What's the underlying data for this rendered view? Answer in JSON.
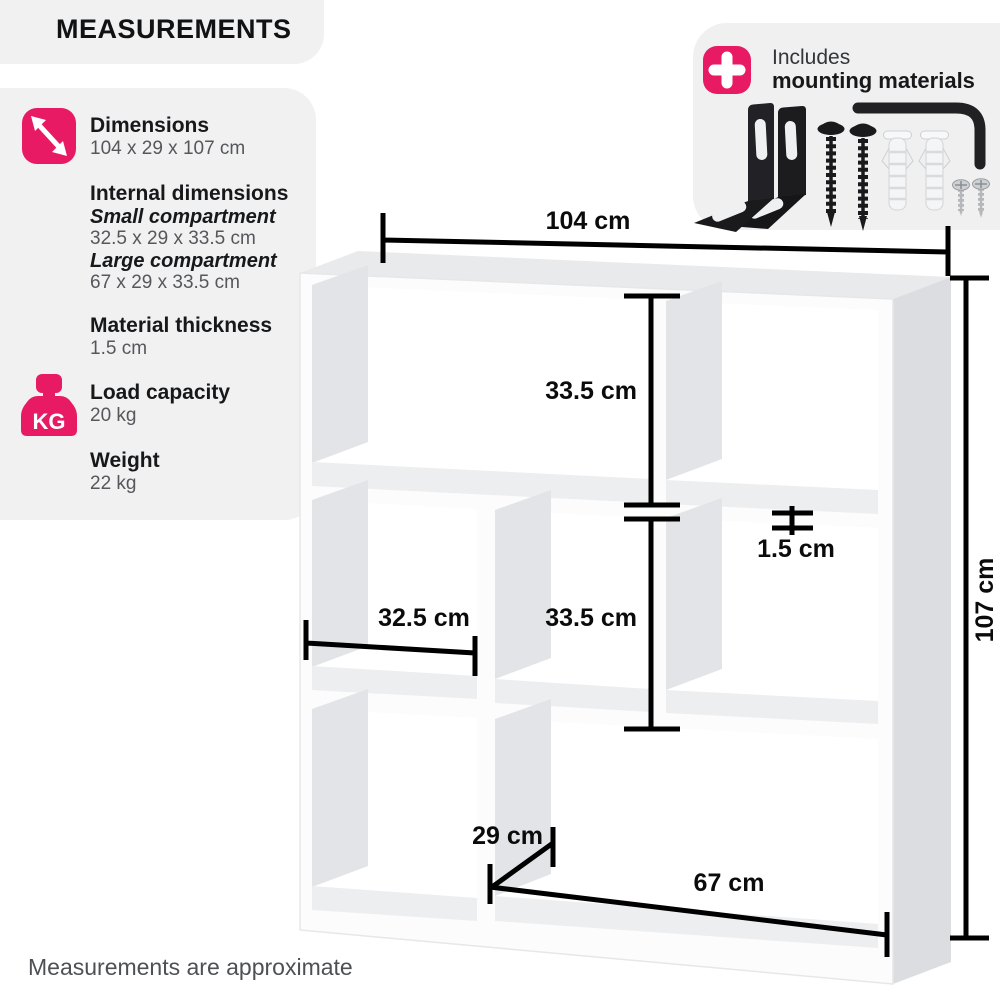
{
  "title": "MEASUREMENTS",
  "footnote": "Measurements are approximate",
  "colors": {
    "accent_pink": "#e81a64",
    "panel_gray": "#f1f1f2",
    "text_dark": "#17181a",
    "text_gray": "#55575b",
    "dimension_line": "#000000"
  },
  "sidebar": {
    "dimensions": {
      "label": "Dimensions",
      "value": "104 x 29 x 107 cm"
    },
    "internal": {
      "label": "Internal dimensions",
      "small_label": "Small compartment",
      "small_value": "32.5 x 29 x 33.5 cm",
      "large_label": "Large compartment",
      "large_value": "67 x 29 x 33.5 cm"
    },
    "thickness": {
      "label": "Material thickness",
      "value": "1.5 cm"
    },
    "load": {
      "label": "Load capacity",
      "value": "20 kg",
      "icon_text": "KG"
    },
    "weight": {
      "label": "Weight",
      "value": "22 kg"
    }
  },
  "includes": {
    "line1": "Includes",
    "line2": "mounting materials"
  },
  "diagram": {
    "width_label": "104 cm",
    "height_label": "107 cm",
    "top_compartment_height_label": "33.5 cm",
    "middle_compartment_height_label": "33.5 cm",
    "small_compartment_width_label": "32.5 cm",
    "material_thickness_label": "1.5 cm",
    "depth_label": "29 cm",
    "large_compartment_width_label": "67 cm"
  }
}
